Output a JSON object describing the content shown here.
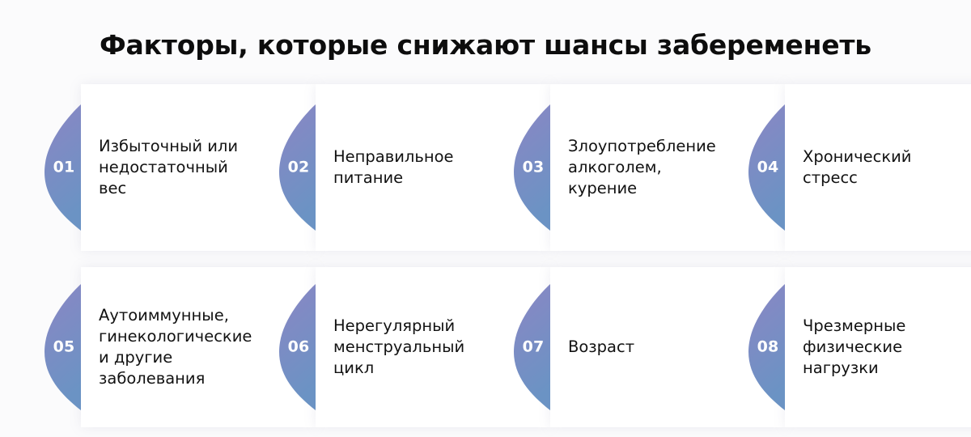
{
  "title": "Факторы, которые снижают шансы забеременеть",
  "theme": {
    "background": "#fbfbfc",
    "card_background": "#ffffff",
    "badge_gradient_start": "#8b86c4",
    "badge_gradient_end": "#6b93c4",
    "badge_number_color": "#ffffff",
    "title_color": "#0d0d0d",
    "body_text_color": "#121212"
  },
  "cards": [
    {
      "number": "01",
      "text": "Избыточный или\nнедостаточный\nвес"
    },
    {
      "number": "02",
      "text": "Неправильное\nпитание"
    },
    {
      "number": "03",
      "text": "Злоупотребление\nалкоголем,\nкурение"
    },
    {
      "number": "04",
      "text": "Хронический\nстресс"
    },
    {
      "number": "05",
      "text": "Аутоиммунные,\nгинекологические\nи другие\nзаболевания"
    },
    {
      "number": "06",
      "text": "Нерегулярный\nменструальный\nцикл"
    },
    {
      "number": "07",
      "text": "Возраст"
    },
    {
      "number": "08",
      "text": "Чрезмерные\nфизические\nнагрузки"
    }
  ]
}
